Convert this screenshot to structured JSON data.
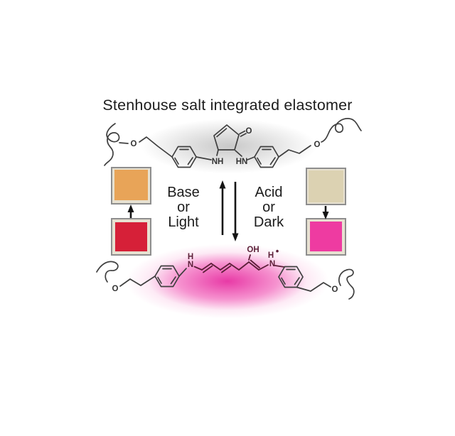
{
  "title": "Stenhouse salt integrated elastomer",
  "reaction": {
    "forward_label_lines": [
      "Base",
      "or",
      "Light"
    ],
    "reverse_label_lines": [
      "Acid",
      "or",
      "Dark"
    ]
  },
  "molecules": {
    "closed_form": {
      "labels": {
        "ether_left": "O",
        "amine_left": "NH",
        "amine_right": "HN",
        "ketone_oxygen": "O",
        "ether_right": "O"
      }
    },
    "open_form": {
      "labels": {
        "ether_left": "O",
        "amine_left_h": "H",
        "amine_left_n": "N",
        "hydroxyl": "OH",
        "amine_right_h": "H",
        "amine_right_n": "N",
        "radical_dot": "•",
        "ether_right": "O"
      }
    }
  },
  "colors": {
    "swatch_orange": "#e8a458",
    "swatch_red": "#d62038",
    "swatch_beige": "#dcd2b2",
    "swatch_pink": "#ee3ba1",
    "pink_glow": "#e83aa6",
    "gray_glow": "#c8c8c8",
    "line": "#3f3f3f",
    "chain_line": "#5c1f38",
    "text": "#1c1c1c"
  }
}
